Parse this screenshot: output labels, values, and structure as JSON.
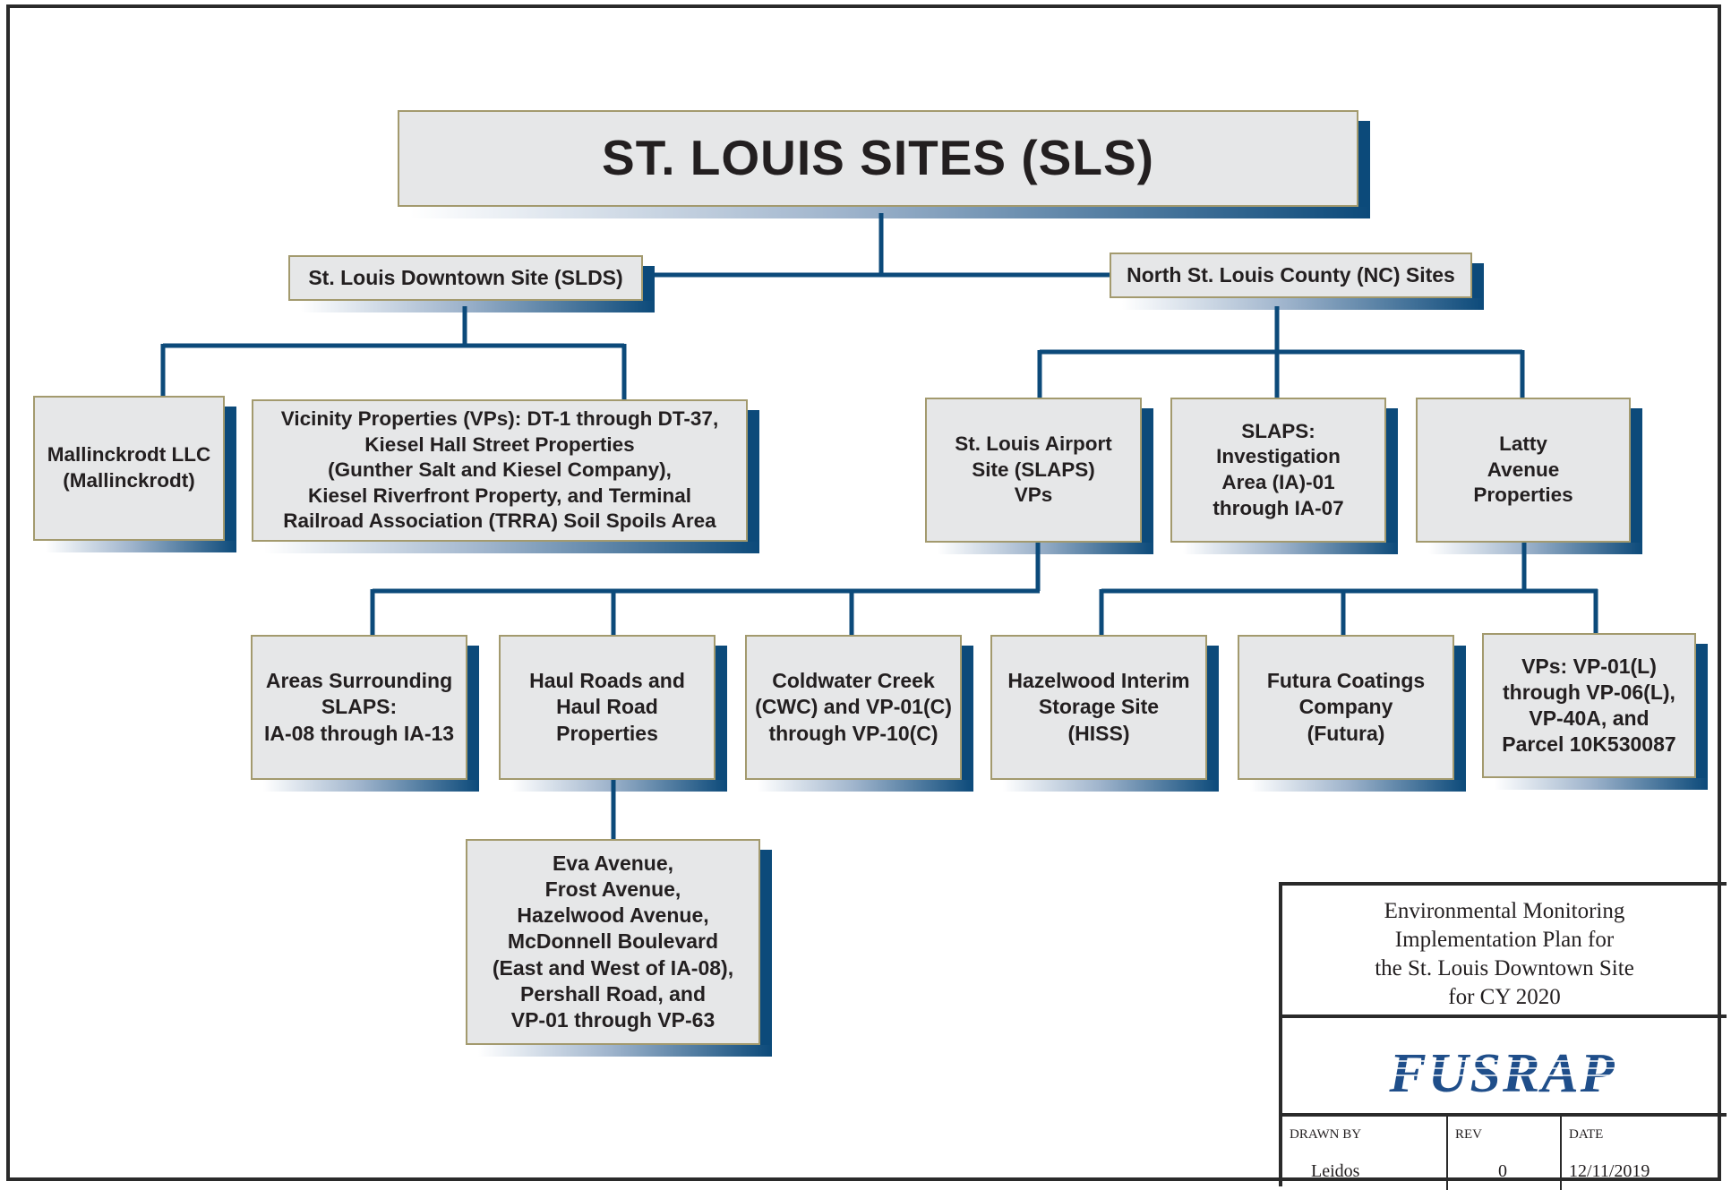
{
  "title": "ST. LOUIS SITES (SLS)",
  "groups": {
    "slds": "St. Louis Downtown Site (SLDS)",
    "nc": "North St. Louis County (NC) Sites"
  },
  "slds_children": {
    "mallinckrodt": [
      "Mallinckrodt LLC",
      "(Mallinckrodt)"
    ],
    "vicinity": [
      "Vicinity Properties (VPs): DT-1 through DT-37,",
      "Kiesel Hall Street Properties",
      "(Gunther Salt and Kiesel Company),",
      "Kiesel Riverfront Property, and Terminal",
      "Railroad Association (TRRA) Soil Spoils Area"
    ]
  },
  "nc_children": {
    "slaps_vps": [
      "St. Louis Airport",
      "Site (SLAPS)",
      "VPs"
    ],
    "slaps_ia": [
      "SLAPS:",
      "Investigation",
      "Area (IA)-01",
      "through IA-07"
    ],
    "latty": [
      "Latty",
      "Avenue",
      "Properties"
    ]
  },
  "slaps_children": {
    "areas": [
      "Areas Surrounding",
      "SLAPS:",
      "IA-08 through IA-13"
    ],
    "haul": [
      "Haul Roads and",
      "Haul Road",
      "Properties"
    ],
    "cwc": [
      "Coldwater Creek",
      "(CWC) and VP-01(C)",
      "through VP-10(C)"
    ]
  },
  "haul_children": {
    "streets": [
      "Eva Avenue,",
      "Frost Avenue,",
      "Hazelwood Avenue,",
      "McDonnell Boulevard",
      "(East and West of IA-08),",
      "Pershall Road, and",
      "VP-01 through VP-63"
    ]
  },
  "latty_children": {
    "hiss": [
      "Hazelwood Interim",
      "Storage Site",
      "(HISS)"
    ],
    "futura": [
      "Futura Coatings",
      "Company",
      "(Futura)"
    ],
    "vps": [
      "VPs: VP-01(L)",
      "through VP-06(L),",
      "VP-40A, and",
      "Parcel 10K530087"
    ]
  },
  "title_block": {
    "description": [
      "Environmental Monitoring",
      "Implementation Plan for",
      "the St. Louis Downtown Site",
      "for CY 2020"
    ],
    "logo": "FUSRAP",
    "drawn_by_label": "DRAWN BY",
    "drawn_by": "Leidos",
    "rev_label": "REV",
    "rev": "0",
    "date_label": "DATE",
    "date": "12/11/2019"
  },
  "colors": {
    "connector": "#0c4a7a",
    "box_fill": "#e6e7e8",
    "box_border": "#a39a6e",
    "shadow": "#0c4a7a",
    "logo": "#1f4e8a"
  }
}
